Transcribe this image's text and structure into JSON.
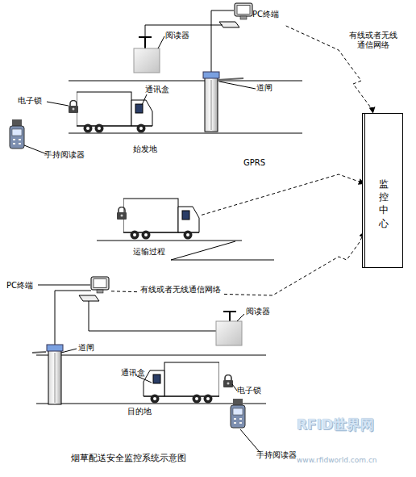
{
  "diagram": {
    "caption": "烟草配送安全监控系统示意图",
    "nodes": [
      {
        "text": [
          "PC终端"
        ]
      },
      {
        "text": [
          "监控中心"
        ]
      },
      {
        "text": [
          "运输过程"
        ]
      },
      {
        "text": [
          "PC终端"
        ]
      }
    ],
    "edges": [
      {
        "from": 0,
        "to": 1,
        "arrow": "to",
        "label": "有线或者无线 通信网络"
      },
      {
        "from": 2,
        "to": 1,
        "arrow": "to",
        "label": "GPRS"
      },
      {
        "from": 3,
        "to": 1,
        "arrow": "to",
        "label": "有线或者无线通信网络"
      }
    ],
    "labels": [
      "阅读器",
      "道闸",
      "电子锁",
      "通讯盒",
      "手持阅读器",
      "始发地",
      "阅读器",
      "道闸",
      "通讯盒",
      "电子锁",
      "目的地",
      "手持阅读器",
      "RFID世界网",
      "www.rfidworld.com.cn"
    ]
  }
}
